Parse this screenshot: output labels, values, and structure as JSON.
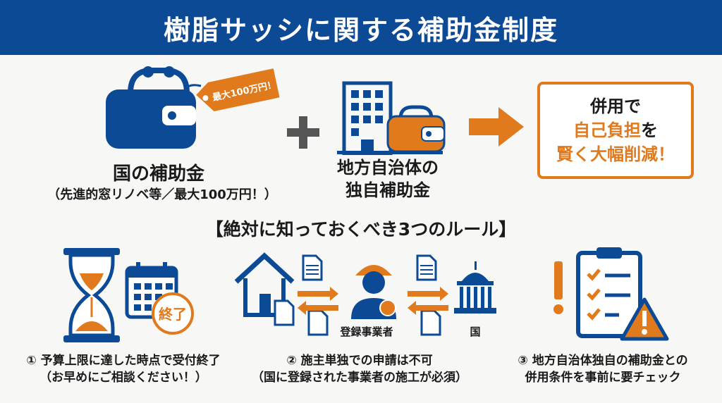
{
  "header": {
    "title": "樹脂サッシに関する補助金制度"
  },
  "national": {
    "tag": "最大100万円！",
    "title": "国の補助金",
    "subtitle": "（先進的窓リノベ等／最大100万円！）"
  },
  "local": {
    "title_line1": "地方自治体の",
    "title_line2": "独自補助金"
  },
  "result": {
    "line1": "併用で",
    "line2_orange": "自己負担",
    "line2_suffix": "を",
    "line3": "賢く大幅削減！"
  },
  "rules": {
    "title": "【絶対に知っておくべき3つのルール】",
    "end_stamp": "終了",
    "contractor_label": "登録事業者",
    "government_label": "国",
    "rule1": {
      "line1": "① 予算上限に達した時点で受付終了",
      "line2": "（お早めにご相談ください！）"
    },
    "rule2": {
      "line1": "② 施主単独での申請は不可",
      "line2": "（国に登録された事業者の施工が必須）"
    },
    "rule3": {
      "line1": "③ 地方自治体独自の補助金との",
      "line2": "併用条件を事前に要チェック"
    }
  },
  "colors": {
    "blue": "#0c4a96",
    "orange": "#e07a1c",
    "gray": "#555555"
  }
}
